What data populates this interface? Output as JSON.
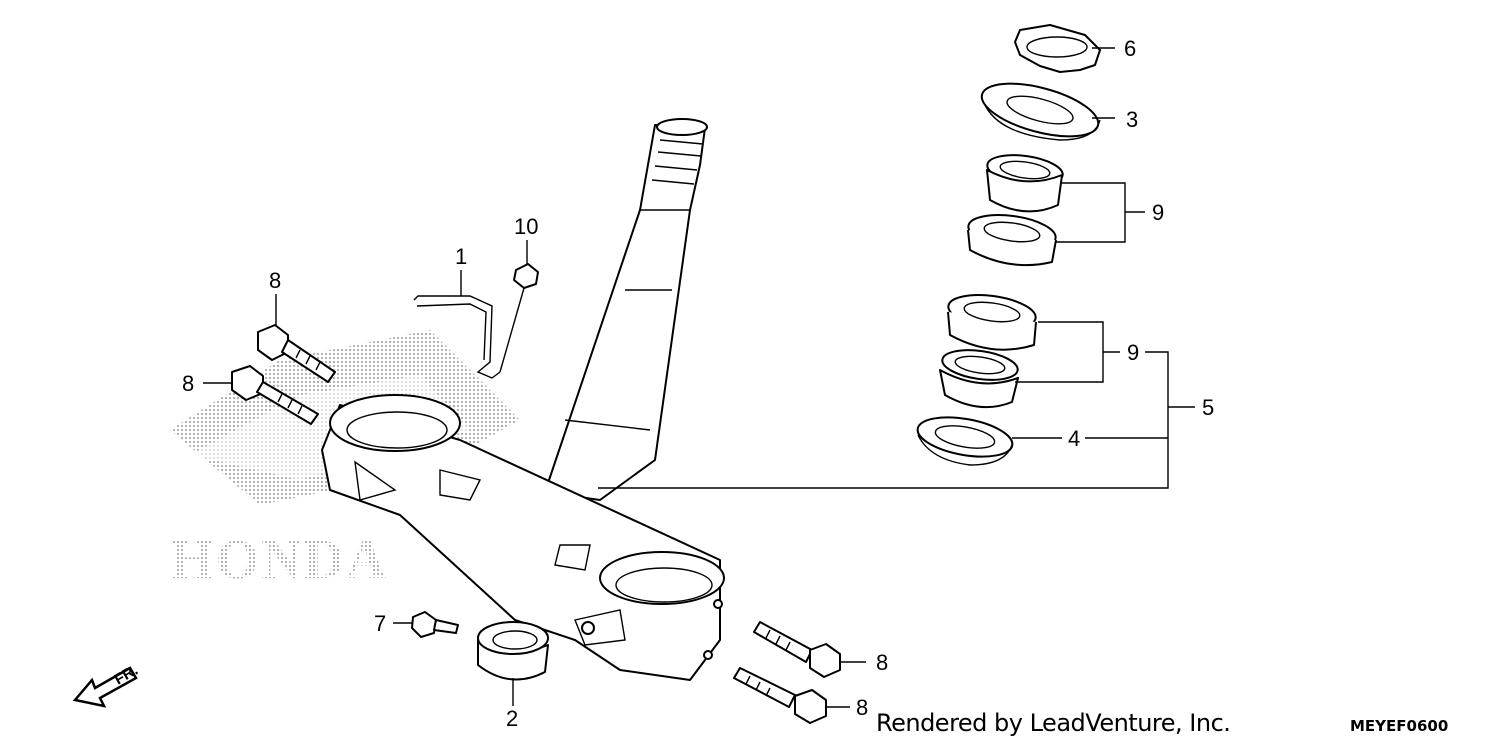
{
  "callouts": {
    "p1": "1",
    "p2": "2",
    "p3": "3",
    "p4": "4",
    "p5": "5",
    "p6": "6",
    "p7": "7",
    "p8a": "8",
    "p8b": "8",
    "p8c": "8",
    "p8d": "8",
    "p9a": "9",
    "p9b": "9",
    "p10": "10"
  },
  "watermark": "HONDA",
  "direction_label": "FR.",
  "credit": "Rendered by LeadVenture, Inc.",
  "diagram_code": "MEYEF0600",
  "colors": {
    "ink": "#000000",
    "background": "#ffffff",
    "watermark": "#bbbbbb"
  }
}
